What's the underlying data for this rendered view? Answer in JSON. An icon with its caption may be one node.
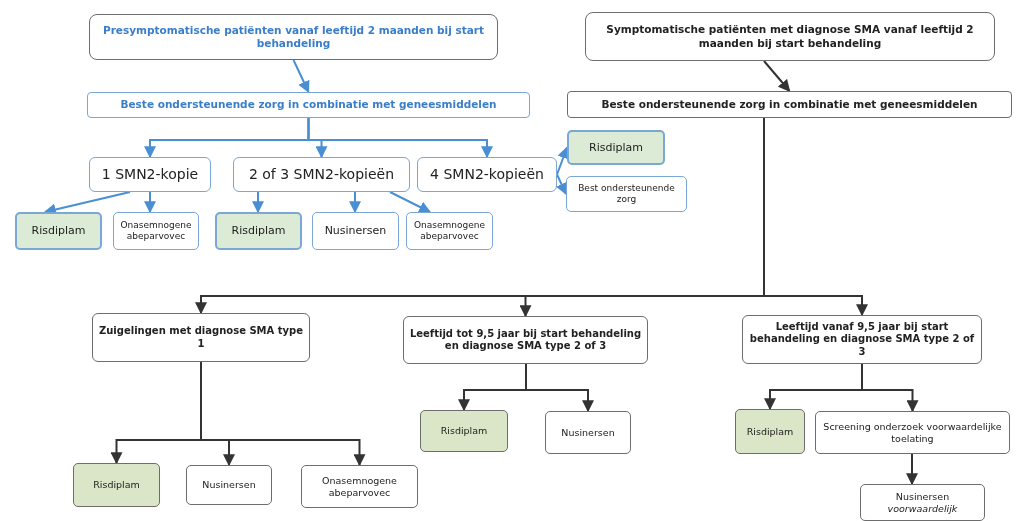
{
  "diagram": {
    "nodes": [
      {
        "text": [
          "Presymptomatische patiënten vanaf leeftijd 2 maanden bij start behandeling"
        ]
      },
      {
        "text": [
          "Beste ondersteunende zorg in combinatie met geneesmiddelen"
        ]
      },
      {
        "text": [
          "1 SMN2-kopie"
        ]
      },
      {
        "text": [
          "2 of 3 SMN2-kopieën"
        ]
      },
      {
        "text": [
          "4 SMN2-kopieën"
        ]
      },
      {
        "text": [
          "Risdiplam"
        ]
      },
      {
        "text": [
          "Best ondersteunende zorg"
        ]
      },
      {
        "text": [
          "Risdiplam"
        ]
      },
      {
        "text": [
          "Onasemnogene abeparvovec"
        ]
      },
      {
        "text": [
          "Risdiplam"
        ]
      },
      {
        "text": [
          "Nusinersen"
        ]
      },
      {
        "text": [
          "Onasemnogene abeparvovec"
        ]
      },
      {
        "text": [
          "Symptomatische patiënten met diagnose SMA vanaf leeftijd 2 maanden bij start behandeling"
        ]
      },
      {
        "text": [
          "Beste ondersteunende zorg in combinatie met geneesmiddelen"
        ]
      },
      {
        "text": [
          "Zuigelingen met diagnose SMA type 1"
        ]
      },
      {
        "text": [
          "Leeftijd tot 9,5 jaar bij start behandeling en diagnose SMA type 2 of 3"
        ]
      },
      {
        "text": [
          "Leeftijd vanaf 9,5 jaar bij start behandeling en diagnose SMA type 2 of 3"
        ]
      },
      {
        "text": [
          "Risdiplam"
        ]
      },
      {
        "text": [
          "Nusinersen"
        ]
      },
      {
        "text": [
          "Risdiplam"
        ]
      },
      {
        "text": [
          "Screening onderzoek voorwaardelijke toelating"
        ]
      },
      {
        "text": [
          "Risdiplam"
        ]
      },
      {
        "text": [
          "Nusinersen"
        ]
      },
      {
        "text": [
          "Onasemnogene abeparvovec"
        ]
      },
      {
        "text": [
          "Nusinersen",
          "voorwaardelijk"
        ]
      }
    ],
    "edges": [
      {
        "from": 0,
        "to": 1,
        "arrow": "to",
        "color": "#4a8fd4"
      },
      {
        "from": 1,
        "to": 2,
        "arrow": "to",
        "color": "#4a8fd4"
      },
      {
        "from": 1,
        "to": 3,
        "arrow": "to",
        "color": "#4a8fd4"
      },
      {
        "from": 1,
        "to": 4,
        "arrow": "to",
        "color": "#4a8fd4"
      },
      {
        "from": 4,
        "to": 5,
        "arrow": "to",
        "color": "#4a8fd4"
      },
      {
        "from": 4,
        "to": 6,
        "arrow": "to",
        "color": "#4a8fd4"
      },
      {
        "from": 2,
        "to": 7,
        "arrow": "to",
        "color": "#4a8fd4"
      },
      {
        "from": 2,
        "to": 8,
        "arrow": "to",
        "color": "#4a8fd4"
      },
      {
        "from": 3,
        "to": 9,
        "arrow": "to",
        "color": "#4a8fd4"
      },
      {
        "from": 3,
        "to": 10,
        "arrow": "to",
        "color": "#4a8fd4"
      },
      {
        "from": 3,
        "to": 11,
        "arrow": "to",
        "color": "#4a8fd4"
      },
      {
        "from": 12,
        "to": 13,
        "arrow": "to"
      },
      {
        "from": 13,
        "to": 14,
        "arrow": "to"
      },
      {
        "from": 13,
        "to": 15,
        "arrow": "to"
      },
      {
        "from": 13,
        "to": 16,
        "arrow": "to"
      },
      {
        "from": 15,
        "to": 17,
        "arrow": "to"
      },
      {
        "from": 15,
        "to": 18,
        "arrow": "to"
      },
      {
        "from": 16,
        "to": 19,
        "arrow": "to"
      },
      {
        "from": 16,
        "to": 20,
        "arrow": "to"
      },
      {
        "from": 14,
        "to": 21,
        "arrow": "to"
      },
      {
        "from": 14,
        "to": 22,
        "arrow": "to"
      },
      {
        "from": 14,
        "to": 23,
        "arrow": "to"
      },
      {
        "from": 20,
        "to": 24,
        "arrow": "to"
      }
    ]
  }
}
